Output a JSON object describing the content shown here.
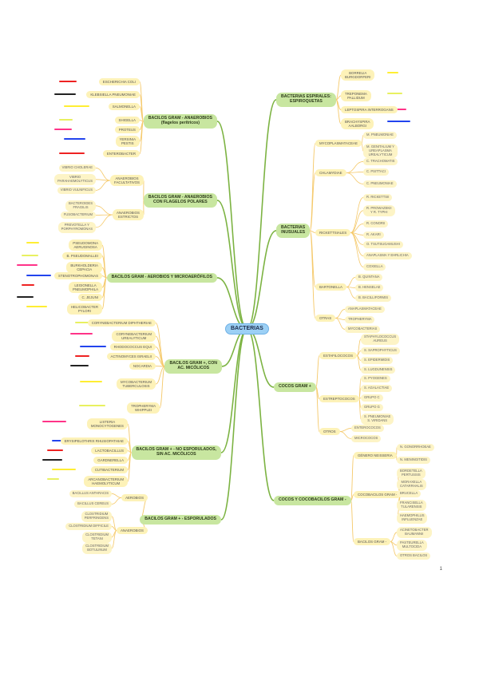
{
  "root": {
    "label": "BACTERIAS"
  },
  "colors": {
    "root": "#9cd0f5",
    "branch_node": "#c8e6a0",
    "child_node": "#fdf2b8",
    "branch_line": "#7cb342",
    "child_line": "#f5c96a"
  },
  "branches": [
    {
      "label": "BACTERIAS ESPIRALES:\nESPIROQUETAS",
      "side": "right",
      "children": [
        {
          "label": "BORRELIA\nBURGDORFERI"
        },
        {
          "label": "TREPONEMA\nPALLIDUM"
        },
        {
          "label": "LEPTOSPIRA INTERROGANS"
        },
        {
          "label": "BRACHYSPIRA\nAALBORGI"
        }
      ]
    },
    {
      "label": "BACTERIAS\nINUSUALES",
      "side": "right",
      "children": [
        {
          "label": "MYCOPLASMATACEAE",
          "children": [
            {
              "label": "M. PNEUMONIAE"
            },
            {
              "label": "M. GENITALIUM Y\nUREAPLASMA\nUREALYTICUM"
            }
          ]
        },
        {
          "label": "CHLAMYDIAE",
          "children": [
            {
              "label": "C. TRACHOMATIS"
            },
            {
              "label": "C. PSITTACI"
            },
            {
              "label": "C. PNEUMONIAE"
            }
          ]
        },
        {
          "label": "RICKETTSIALES",
          "children": [
            {
              "label": "R. RICKETTSII"
            },
            {
              "label": "R. PROWAZEKII\nY R. TYPHI"
            },
            {
              "label": "R. CONORII"
            },
            {
              "label": "R. AKARI"
            },
            {
              "label": "O. TSUTSUGAMUSHI"
            },
            {
              "label": "ANAPLASMA Y EHRLICHIA"
            },
            {
              "label": "COXIELLA"
            }
          ]
        },
        {
          "label": "BARTONELLA",
          "children": [
            {
              "label": "B. QUINTANA"
            },
            {
              "label": "B. HENSELAE"
            },
            {
              "label": "B. BACILLIFORMIS"
            }
          ]
        },
        {
          "label": "OTRAS",
          "children": [
            {
              "label": "ANAPLASMATACEAE"
            },
            {
              "label": "TROPHERYMA"
            },
            {
              "label": "MYCOBACTERIAS"
            }
          ]
        }
      ]
    },
    {
      "label": "COCOS GRAM +",
      "side": "right",
      "children": [
        {
          "label": "ESTAFILOCOCOS",
          "children": [
            {
              "label": "STAPHYLOCOCCUS\nAUREUS"
            },
            {
              "label": "S. SAPROPHYTICUS"
            },
            {
              "label": "S. EPIDERMIDIS"
            },
            {
              "label": "S. LUGDUNENSIS"
            }
          ]
        },
        {
          "label": "ESTREPTOCOCOS",
          "children": [
            {
              "label": "S. PYOGENES"
            },
            {
              "label": "S. AGALACTIAE"
            },
            {
              "label": "GRUPO C"
            },
            {
              "label": "GRUPO G"
            },
            {
              "label": "S. PNEUMONIAE\nS. VIRIDANS"
            }
          ]
        },
        {
          "label": "OTROS",
          "children": [
            {
              "label": "ENTEROCOCOS"
            },
            {
              "label": "MICROCOCOS"
            }
          ]
        }
      ]
    },
    {
      "label": "COCOS Y COCOBACILOS GRAM -",
      "side": "right",
      "children": [
        {
          "label": "GÉNERO NEISSERIA",
          "children": [
            {
              "label": "N. GONORRHOEAE"
            },
            {
              "label": "N. MENINGITIDIS"
            }
          ]
        },
        {
          "label": "COCOBACILOS GRAM -",
          "children": [
            {
              "label": "BORDETELLA\nPERTUSSIS"
            },
            {
              "label": "MORAXELLA\nCATARRHALIS"
            },
            {
              "label": "BRUCELLA"
            },
            {
              "label": "FRANCISELLA\nTULARENSIS"
            },
            {
              "label": "HAEMOPHILUS\nINFLUENZAE"
            }
          ]
        },
        {
          "label": "BACILOS GRAM -",
          "children": [
            {
              "label": "ACINETOBACTER\nBAUMANNII"
            },
            {
              "label": "PASTEURELLA\nMULTOCIDA"
            },
            {
              "label": "OTROS BACILOS"
            }
          ]
        }
      ]
    },
    {
      "label": "BACILOS GRAM - ANAEROBIOS\n(flagelos perítricos)",
      "side": "left",
      "children": [
        {
          "label": "ESCHERICHIA COLI"
        },
        {
          "label": "KLEBSIELLA PNEUMONIAE"
        },
        {
          "label": "SALMONELLA"
        },
        {
          "label": "SHIGELLA"
        },
        {
          "label": "PROTEUS"
        },
        {
          "label": "YERSINIA\nPESTIS"
        },
        {
          "label": "ENTEROBACTER"
        }
      ]
    },
    {
      "label": "BACILOS GRAM - ANAEROBIOS\nCON FLAGELOS POLARES",
      "side": "left",
      "children": [
        {
          "label": "ANAEROBIOS\nFACULTATIVOS",
          "children": [
            {
              "label": "VIBRIO CHOLERAE"
            },
            {
              "label": "VIBRIO\nPARAHAEMOLYTICUS"
            },
            {
              "label": "VIBRIO VULNIFICUS"
            }
          ]
        },
        {
          "label": "ANAEROBIOS\nESTRICTOS",
          "children": [
            {
              "label": "BACTEROIDES\nFRAGILIS"
            },
            {
              "label": "FUSOBACTERIUM"
            },
            {
              "label": "PREVOTELLA Y\nPORPHYROMONAS"
            }
          ]
        }
      ]
    },
    {
      "label": "BACILOS GRAM - AEROBIOS Y MICROAERÓFILOS",
      "side": "left",
      "children": [
        {
          "label": "PSEUDOMONA\nAERUGINOSA"
        },
        {
          "label": "B. PSEUDOMALLEI"
        },
        {
          "label": "BURKHOLDERIA\nCEPACIA"
        },
        {
          "label": "STENOTROPHOMONAS"
        },
        {
          "label": "LEGIONELLA\nPNEUMOPHILA"
        },
        {
          "label": "C. JEJUNI"
        },
        {
          "label": "HELICOBACTER\nPYLORI"
        }
      ]
    },
    {
      "label": "BACILOS GRAM +, CON\nAC. MICÓLICOS",
      "side": "left",
      "children": [
        {
          "label": "CORYNEBACTERIUM DIPHTHERIAE"
        },
        {
          "label": "CORYNEBACTERIUM\nUREALYTICUM"
        },
        {
          "label": "RHODOCOCCUS EQUI"
        },
        {
          "label": "ACTINOMYCES ISRAELII"
        },
        {
          "label": "NOCARDIA"
        },
        {
          "label": "MYCOBACTERIUM\nTUBERCULOSIS"
        },
        {
          "label": "TROPHERYMA\nWHIPPLEI"
        }
      ]
    },
    {
      "label": "BACILOS GRAM + - NO ESPORULADOS,\nSIN AC. MICÓLICOS",
      "side": "left",
      "children": [
        {
          "label": "LISTERIA\nMONOCYTOGENES"
        },
        {
          "label": "ERYSIPELOTHRIX RHUSIOPATHIAE"
        },
        {
          "label": "LACTOBACILLUS"
        },
        {
          "label": "GARDNERELLA"
        },
        {
          "label": "CUTIBACTERIUM"
        },
        {
          "label": "ARCANOBACTERIUM\nHAEMOLYTICUM"
        }
      ]
    },
    {
      "label": "BACILOS GRAM + - ESPORULADOS",
      "side": "left",
      "children": [
        {
          "label": "AEROBIOS",
          "children": [
            {
              "label": "BACILLUS ANTHRACIS"
            },
            {
              "label": "BACILLUS CEREUS"
            }
          ]
        },
        {
          "label": "ANAEROBIOS",
          "children": [
            {
              "label": "CLOSTRIDIUM\nPERFRINGENS"
            },
            {
              "label": "CLOSTRIDIUM DIFFICILE"
            },
            {
              "label": "CLOSTRIDIUM\nTETANI"
            },
            {
              "label": "CLOSTRIDIUM\nBOTULINUM"
            }
          ]
        }
      ]
    }
  ],
  "page_number": "1"
}
